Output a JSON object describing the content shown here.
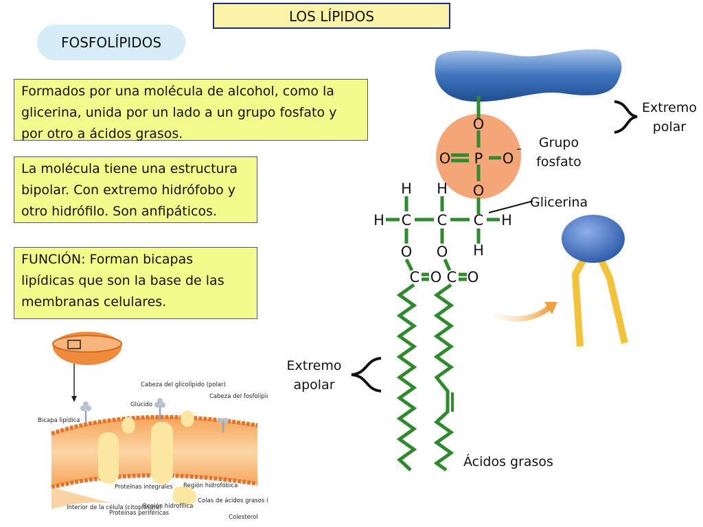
{
  "header": {
    "title": "LOS LÍPIDOS",
    "subtitle": "FOSFOLÍPIDOS"
  },
  "boxes": {
    "definition": "Formados por una molécula de alcohol, como la glicerina, unida por un lado a un grupo fosfato y por otro a ácidos grasos.",
    "structure": "La molécula tiene una estructura bipolar. Con extremo hidrófobo y otro hidrófilo. Son anfipáticos.",
    "function": "FUNCIÓN: Forman bicapas lipídicas que son la base de las membranas celulares."
  },
  "molecule": {
    "polar_end": "Extremo polar",
    "phosphate_group": "Grupo fosfato",
    "glycerol": "Glicerina",
    "apolar_end": "Extremo apolar",
    "fatty_acids": "Ácidos grasos",
    "atoms": {
      "oxygen": "O",
      "phosphorus": "P",
      "carbon": "C",
      "hydrogen": "H",
      "minus": "–"
    }
  },
  "membrane": {
    "bilayer": "Bicapa lipídica",
    "glycolipid_head": "Cabeza del glicolípido (polar)",
    "glucid": "Glúcido",
    "phospholipid_head": "Cabeza del fosfolípido (polar)",
    "integral_proteins": "Proteínas integrales",
    "hydrophobic_region": "Región hidrofóbica",
    "cell_interior": "Interior de la célula (citoplasma)",
    "peripheral_proteins": "Proteínas periféricas",
    "hydrophilic_region": "Región hidrofílica",
    "fatty_acid_tails": "Colas de ácidos grasos (no polares)",
    "cholesterol": "Colesterol"
  },
  "colors": {
    "title_bg": "#fbf4a8",
    "pill_bg": "#d6ecf7",
    "box_bg": "#f2fb8c",
    "bond_green": "#2f8a2f",
    "head_blue": "#3a6fb5",
    "phosphate_orange": "#f4a679",
    "tail_yellow": "#f2c33a"
  }
}
